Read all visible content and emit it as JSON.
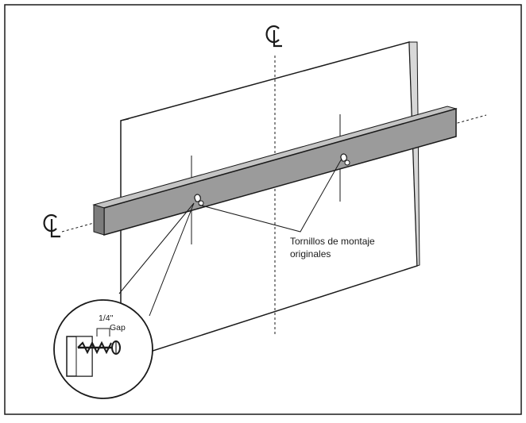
{
  "labels": {
    "centerline_vertical": "CL",
    "centerline_horizontal": "CL",
    "callout_line1": "Tornillos de montaje",
    "callout_line2": "originales",
    "gap_value": "1/4\"",
    "gap_word": "Gap"
  },
  "colors": {
    "line": "#1a1a1a",
    "rail_fill": "#9b9b9b",
    "rail_top": "#c4c4c4",
    "panel_fill": "#ffffff",
    "frame": "#1a1a1a"
  }
}
